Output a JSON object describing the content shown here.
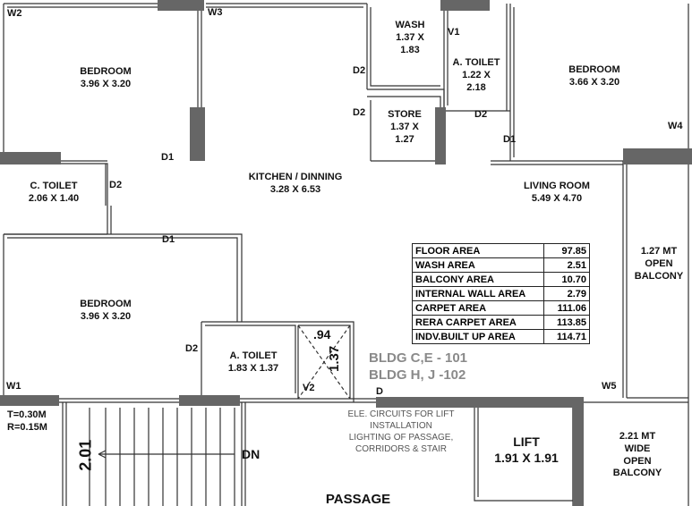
{
  "rooms": {
    "bedroom1": {
      "name": "BEDROOM",
      "size": "3.96 X 3.20"
    },
    "ctoilet": {
      "name": "C. TOILET",
      "size": "2.06 X 1.40"
    },
    "bedroom2": {
      "name": "BEDROOM",
      "size": "3.96 X 3.20"
    },
    "atoilet1": {
      "name": "A. TOILET",
      "size": "1.83 X 1.37"
    },
    "kitchen": {
      "name": "KITCHEN / DINNING",
      "size": "3.28 X 6.53"
    },
    "wash": {
      "name": "WASH",
      "size1": "1.37 X",
      "size2": "1.83"
    },
    "store": {
      "name": "STORE",
      "size1": "1.37 X",
      "size2": "1.27"
    },
    "atoilet2": {
      "name": "A. TOILET",
      "size1": "1.22 X",
      "size2": "2.18"
    },
    "bedroom3": {
      "name": "BEDROOM",
      "size": "3.66 X 3.20"
    },
    "living": {
      "name": "LIVING ROOM",
      "size": "5.49 X 4.70"
    },
    "open_balcony": {
      "line1": "1.27 MT",
      "line2": "OPEN",
      "line3": "BALCONY"
    },
    "wide_balcony": {
      "line1": "2.21 MT",
      "line2": "WIDE",
      "line3": "OPEN",
      "line4": "BALCONY"
    },
    "lift": {
      "name": "LIFT",
      "size": "1.91 X 1.91"
    },
    "passage": {
      "name": "PASSAGE"
    }
  },
  "openings": {
    "w2": "W2",
    "w3": "W3",
    "w4": "W4",
    "w1": "W1",
    "w5": "W5",
    "v1": "V1",
    "v2": "V2",
    "d1_a": "D1",
    "d1_b": "D1",
    "d1_c": "D1",
    "d2_a": "D2",
    "d2_b": "D2",
    "d2_c": "D2",
    "d2_d": "D2",
    "d2_e": "D2",
    "d": "D"
  },
  "area_table": [
    {
      "label": "FLOOR AREA",
      "value": "97.85"
    },
    {
      "label": "WASH AREA",
      "value": "2.51"
    },
    {
      "label": "BALCONY AREA",
      "value": "10.70"
    },
    {
      "label": "INTERNAL WALL AREA",
      "value": "2.79"
    },
    {
      "label": "CARPET AREA",
      "value": "111.06"
    },
    {
      "label": "RERA CARPET AREA",
      "value": "113.85"
    },
    {
      "label": "INDV.BUILT UP AREA",
      "value": "114.71"
    }
  ],
  "building": {
    "line1": "BLDG C,E - 101",
    "line2": "BLDG H, J -102"
  },
  "duct": {
    "width": ".94",
    "height": "1.37"
  },
  "stair": {
    "tread": "T=0.30M",
    "riser": "R=0.15M",
    "width": "2.01",
    "dn": "DN"
  },
  "note": {
    "line1": "ELE. CIRCUITS FOR LIFT",
    "line2": "INSTALLATION",
    "line3": "LIGHTING OF PASSAGE,",
    "line4": "CORRIDORS & STAIR"
  }
}
